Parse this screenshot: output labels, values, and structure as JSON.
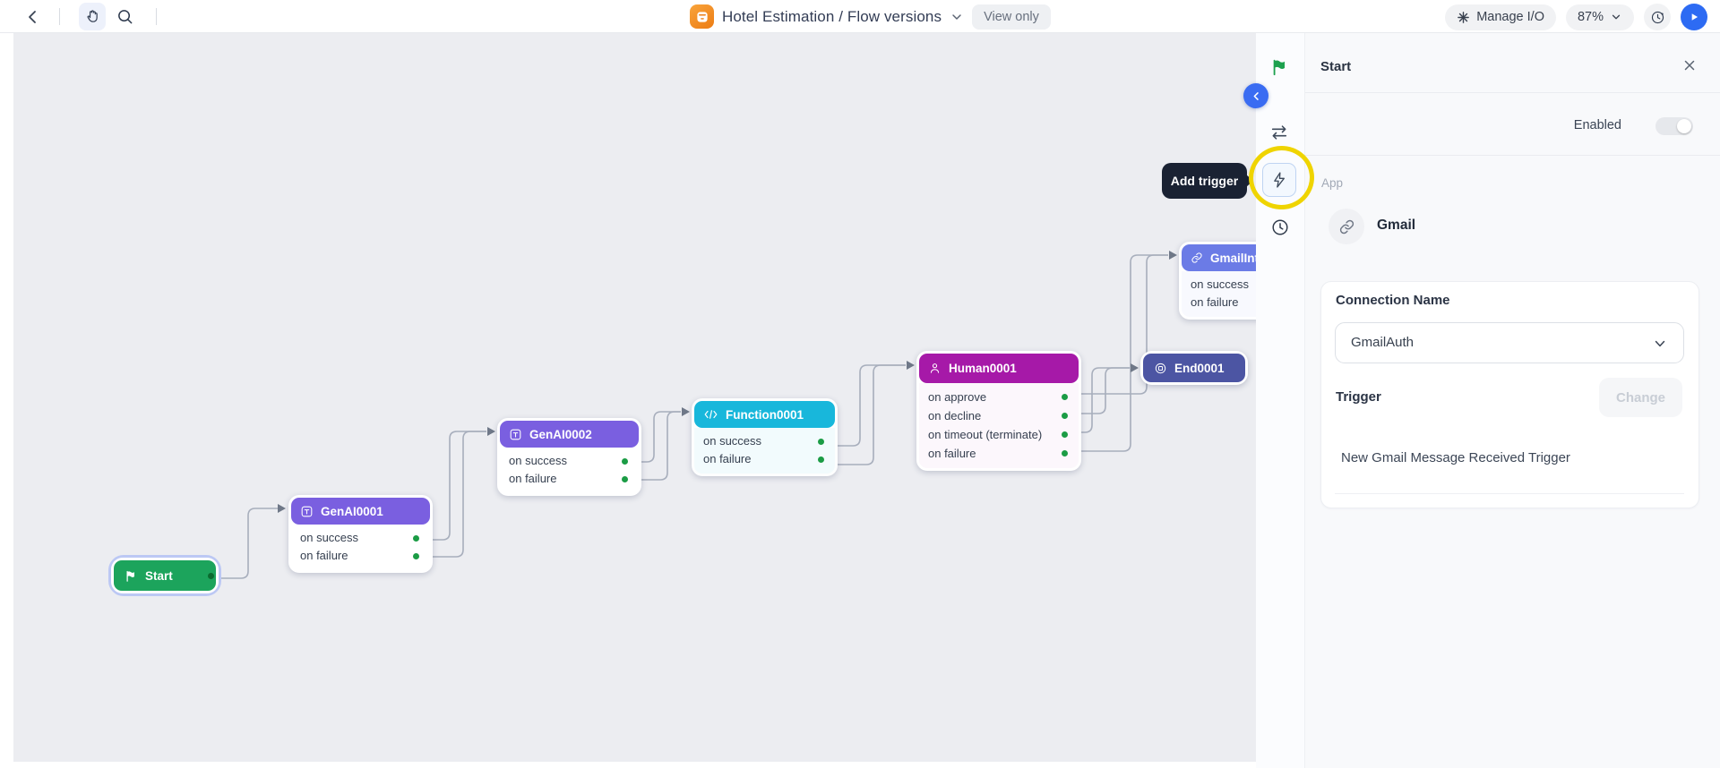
{
  "topbar": {
    "title": "Hotel Estimation / Flow versions",
    "view_only_label": "View only",
    "manage_io_label": "Manage I/O",
    "zoom_level": "87%"
  },
  "canvas": {
    "add_trigger_tooltip": "Add trigger",
    "nodes": [
      {
        "id": "start",
        "label": "Start",
        "type": "start"
      },
      {
        "id": "genai0001",
        "label": "GenAI0001",
        "type": "genai",
        "ports": [
          "on success",
          "on failure"
        ]
      },
      {
        "id": "genai0002",
        "label": "GenAI0002",
        "type": "genai",
        "ports": [
          "on success",
          "on failure"
        ]
      },
      {
        "id": "function0001",
        "label": "Function0001",
        "type": "function",
        "ports": [
          "on success",
          "on failure"
        ]
      },
      {
        "id": "human0001",
        "label": "Human0001",
        "type": "human",
        "ports": [
          "on approve",
          "on decline",
          "on timeout (terminate)",
          "on failure"
        ]
      },
      {
        "id": "gmailint",
        "label": "GmailInt",
        "type": "integration",
        "ports": [
          "on success",
          "on failure"
        ]
      },
      {
        "id": "end0001",
        "label": "End0001",
        "type": "end"
      }
    ]
  },
  "panel": {
    "title": "Start",
    "enabled_label": "Enabled",
    "app_label": "App",
    "app_name": "Gmail",
    "connection_name_label": "Connection Name",
    "connection_value": "GmailAuth",
    "trigger_label": "Trigger",
    "change_button_label": "Change",
    "trigger_name": "New Gmail Message Received Trigger"
  },
  "colors": {
    "accent_blue": "#2d6bf3",
    "start_green": "#1ca45c",
    "genai_purple": "#7a5fe0",
    "function_cyan": "#18b7db",
    "human_magenta": "#a619a8",
    "integration_indigo": "#6b7be6",
    "end_indigo": "#4c55a3",
    "port_dot_green": "#1b9c45",
    "annotation_yellow": "#efd400"
  }
}
